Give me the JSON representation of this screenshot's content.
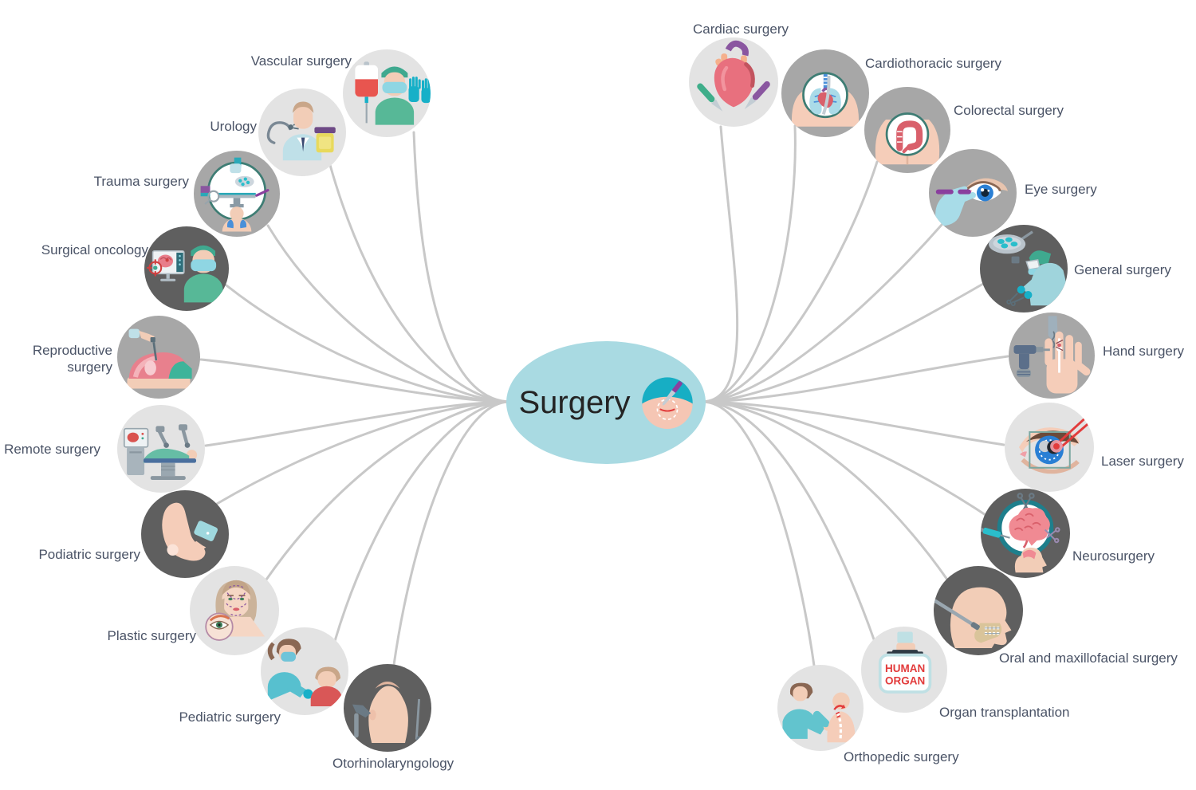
{
  "title": "Surgery",
  "center": {
    "label": "Surgery"
  },
  "colors": {
    "center_fill": "#a9dae2",
    "connector": "#c8c8c8",
    "label_text": "#4a5366",
    "node_light": "#e3e3e3",
    "node_mid": "#a7a7a7",
    "node_dark": "#5f5f5f"
  },
  "nodes": [
    {
      "id": "vascular-surgery",
      "label": "Vascular surgery",
      "icon": "surgeon-blood-bag-gloves-icon"
    },
    {
      "id": "urology",
      "label": "Urology",
      "icon": "doctor-endoscope-urine-jar-icon"
    },
    {
      "id": "trauma-surgery",
      "label": "Trauma surgery",
      "icon": "operating-room-table-icon"
    },
    {
      "id": "surgical-oncology",
      "label": "Surgical oncology",
      "icon": "surgeon-brain-scan-monitor-icon"
    },
    {
      "id": "reproductive-surgery",
      "label": "Reproductive surgery",
      "icon": "uterus-operation-icon"
    },
    {
      "id": "remote-surgery",
      "label": "Remote surgery",
      "icon": "robotic-surgery-icon"
    },
    {
      "id": "podiatric-surgery",
      "label": "Podiatric surgery",
      "icon": "foot-examination-icon"
    },
    {
      "id": "plastic-surgery",
      "label": "Plastic surgery",
      "icon": "face-contour-markings-icon"
    },
    {
      "id": "pediatric-surgery",
      "label": "Pediatric surgery",
      "icon": "doctor-examining-child-icon"
    },
    {
      "id": "otorhinolaryngology",
      "label": "Otorhinolaryngology",
      "icon": "ear-examination-icon"
    },
    {
      "id": "cardiac-surgery",
      "label": "Cardiac surgery",
      "icon": "heart-with-scalpels-icon"
    },
    {
      "id": "cardiothoracic-surgery",
      "label": "Cardiothoracic surgery",
      "icon": "chest-lungs-heart-icon"
    },
    {
      "id": "colorectal-surgery",
      "label": "Colorectal surgery",
      "icon": "torso-colon-icon"
    },
    {
      "id": "eye-surgery",
      "label": "Eye surgery",
      "icon": "eye-instrument-icon"
    },
    {
      "id": "general-surgery",
      "label": "General surgery",
      "icon": "surgeon-operating-lamp-icon"
    },
    {
      "id": "hand-surgery",
      "label": "Hand surgery",
      "icon": "hand-surgical-drill-icon"
    },
    {
      "id": "laser-surgery",
      "label": "Laser surgery",
      "icon": "eye-laser-beam-icon"
    },
    {
      "id": "neurosurgery",
      "label": "Neurosurgery",
      "icon": "brain-instruments-icon"
    },
    {
      "id": "oral-and-maxillofacial-surgery",
      "label": "Oral and maxillofacial surgery",
      "icon": "head-profile-jaw-icon"
    },
    {
      "id": "organ-transplantation",
      "label": "Organ transplantation",
      "icon": "organ-transport-box-icon"
    },
    {
      "id": "orthopedic-surgery",
      "label": "Orthopedic surgery",
      "icon": "spine-examination-icon"
    }
  ],
  "organ_box": {
    "line1": "HUMAN",
    "line2": "ORGAN"
  }
}
